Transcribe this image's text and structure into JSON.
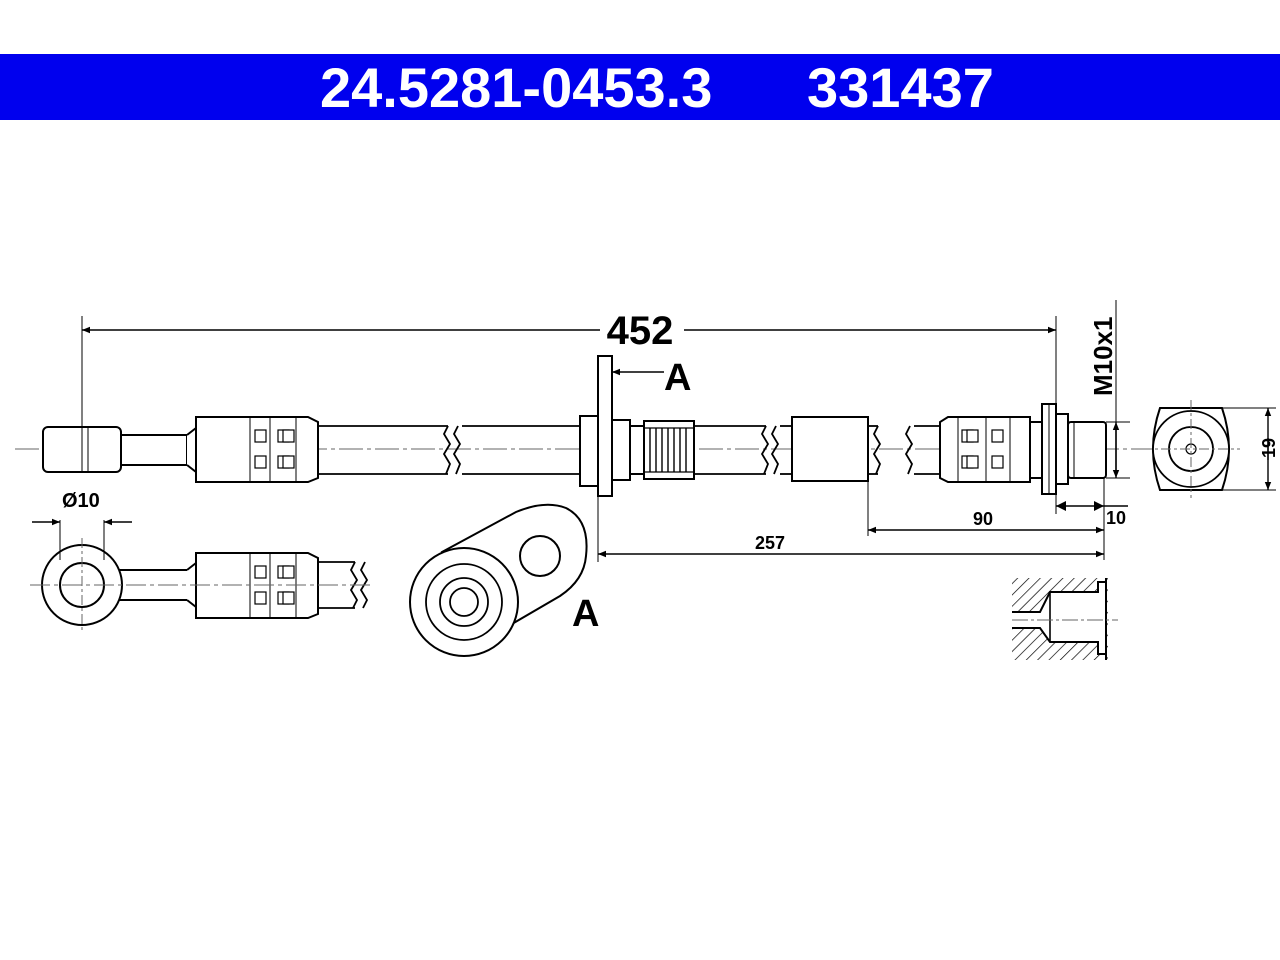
{
  "header": {
    "part_number": "24.5281-0453.3",
    "ref_number": "331437",
    "background_color": "#0000ee",
    "text_color": "#ffffff"
  },
  "dimensions": {
    "total_length": "452",
    "thread": "M10x1",
    "hex_height": "19",
    "eye_diameter": "Ø10",
    "to_sleeve": "90",
    "to_bracket": "257",
    "thread_length": "10"
  },
  "views": {
    "section_ref": "A",
    "detail_label": "A"
  },
  "colors": {
    "line": "#000000",
    "fill": "#ffffff",
    "centerline": "#666666"
  }
}
